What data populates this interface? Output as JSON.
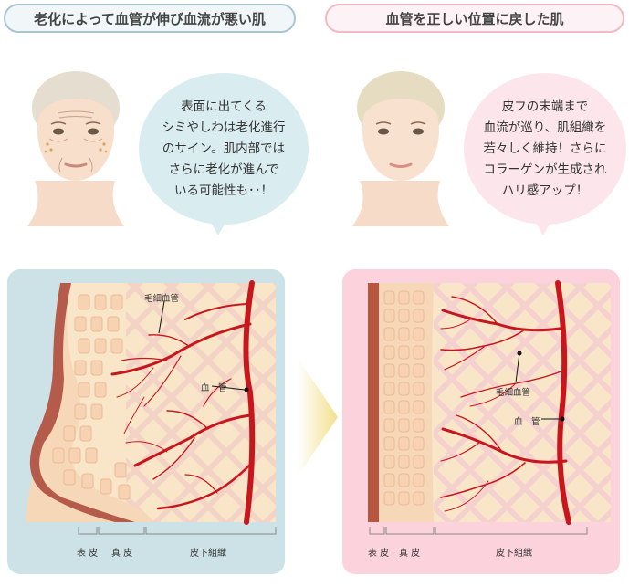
{
  "titles": {
    "left": "老化によって血管が伸び血流が悪い肌",
    "right": "血管を正しい位置に戻した肌"
  },
  "bubbles": {
    "left": "表面に出てくる\nシミやしわは老化進行\nのサイン。肌内部では\nさらに老化が進んで\nいる可能性も･･！",
    "right": "皮フの末端まで\n血流が巡り、肌組織を\n若々しく維持！さらに\nコラーゲンが生成され\nハリ感アップ！"
  },
  "labels": {
    "capillary": "毛細血管",
    "vessel": "血　管"
  },
  "scale": {
    "epidermis": "表 皮",
    "dermis": "真 皮",
    "subcutaneous": "皮下組織"
  },
  "colors": {
    "left_panel": "#cde2e6",
    "right_panel": "#fcd3dd",
    "vessel": "#c8161d",
    "arrow": "#f3e08e"
  }
}
